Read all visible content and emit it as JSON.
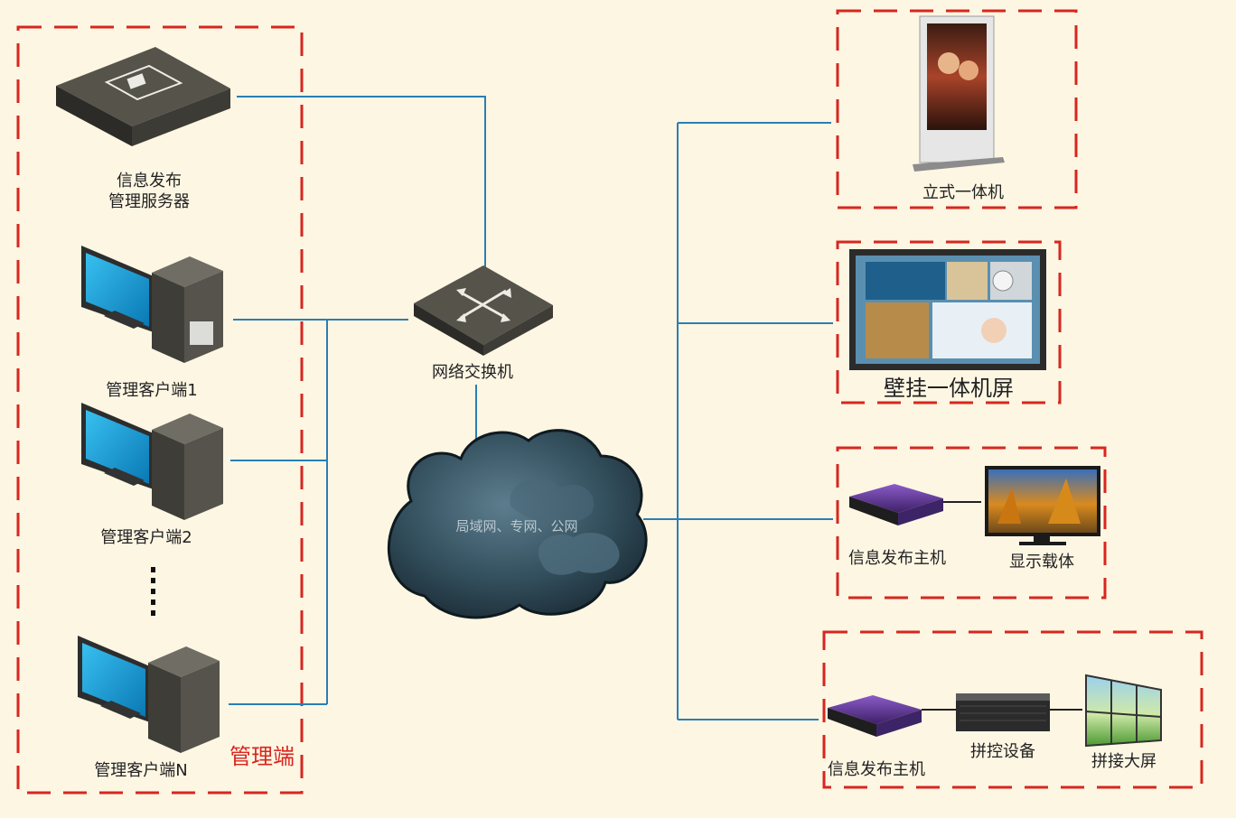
{
  "groups": {
    "management": {
      "label": "管理端",
      "color": "#d8261f"
    }
  },
  "devices": {
    "server": {
      "line1": "信息发布",
      "line2": "管理服务器"
    },
    "client1": {
      "label": "管理客户端1"
    },
    "client2": {
      "label": "管理客户端2"
    },
    "client_n": {
      "label": "管理客户端N"
    },
    "switch": {
      "label": "网络交换机"
    },
    "cloud": {
      "label": "局域网、专网、公网"
    },
    "standing_kiosk": {
      "label": "立式一体机"
    },
    "wall_screen": {
      "label": "壁挂一体机屏"
    },
    "player1": {
      "label": "信息发布主机"
    },
    "display_carrier": {
      "label": "显示载体"
    },
    "player2": {
      "label": "信息发布主机"
    },
    "splice_controller": {
      "label": "拼控设备"
    },
    "video_wall": {
      "label": "拼接大屏"
    }
  },
  "colors": {
    "link": "#2a7fb5",
    "dashed_border": "#d8261f",
    "background": "#fdf6e3",
    "monitor_screen": "#1a9fd6",
    "purple_player": "#6a3fa0"
  },
  "icons": [
    "server-icon",
    "computer-icon",
    "switch-icon",
    "cloud-icon",
    "kiosk-icon",
    "wall-screen-icon",
    "media-player-icon",
    "tv-icon",
    "controller-icon",
    "video-wall-icon"
  ]
}
